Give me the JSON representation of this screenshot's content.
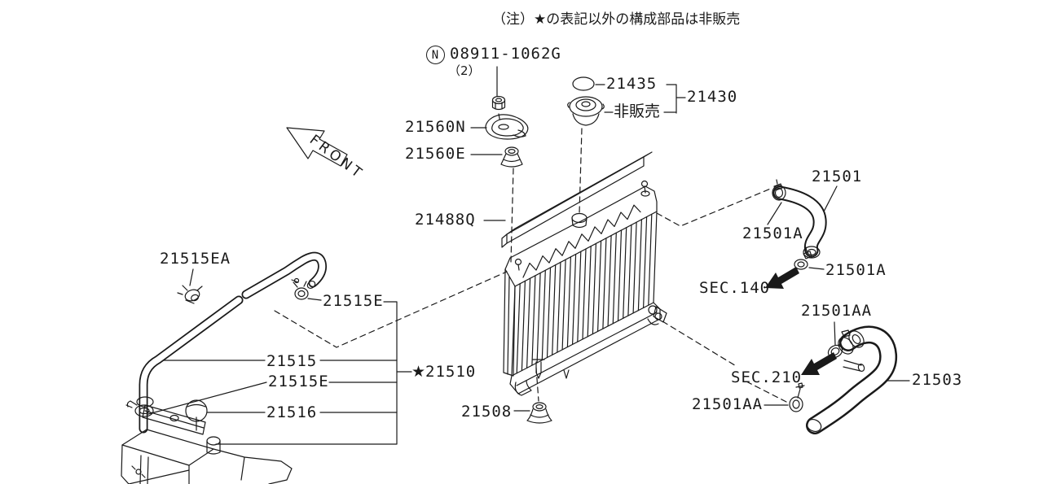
{
  "note": "（注）★の表記以外の構成部品は非販売",
  "front_label": "FRONT",
  "colors": {
    "line": "#1a1a1a",
    "background": "#ffffff"
  },
  "callouts": {
    "nut_symbol": "N",
    "nut_part": "08911-1062G",
    "nut_qty": "（2）",
    "cap_seal": "21435",
    "cap_assy": "21430",
    "cap_not_sold": "非販売",
    "upper_bracket": "21560N",
    "upper_mount": "21560E",
    "seal_strip": "21488Q",
    "hose_upper": "21501",
    "clamp_upper_1": "21501A",
    "clamp_upper_2": "21501A",
    "sec140": "SEC.140",
    "clamp_lower_1": "21501AA",
    "sec210": "SEC.210",
    "hose_lower": "21503",
    "clamp_lower_2": "21501AA",
    "overflow_clip": "21515EA",
    "overflow_clamp_top": "21515E",
    "overflow_hose": "21515",
    "overflow_clamp_bottom": "21515E",
    "reservoir_cap": "21516",
    "reservoir_star": "★",
    "reservoir_assy": "21510",
    "lower_mount": "21508"
  }
}
